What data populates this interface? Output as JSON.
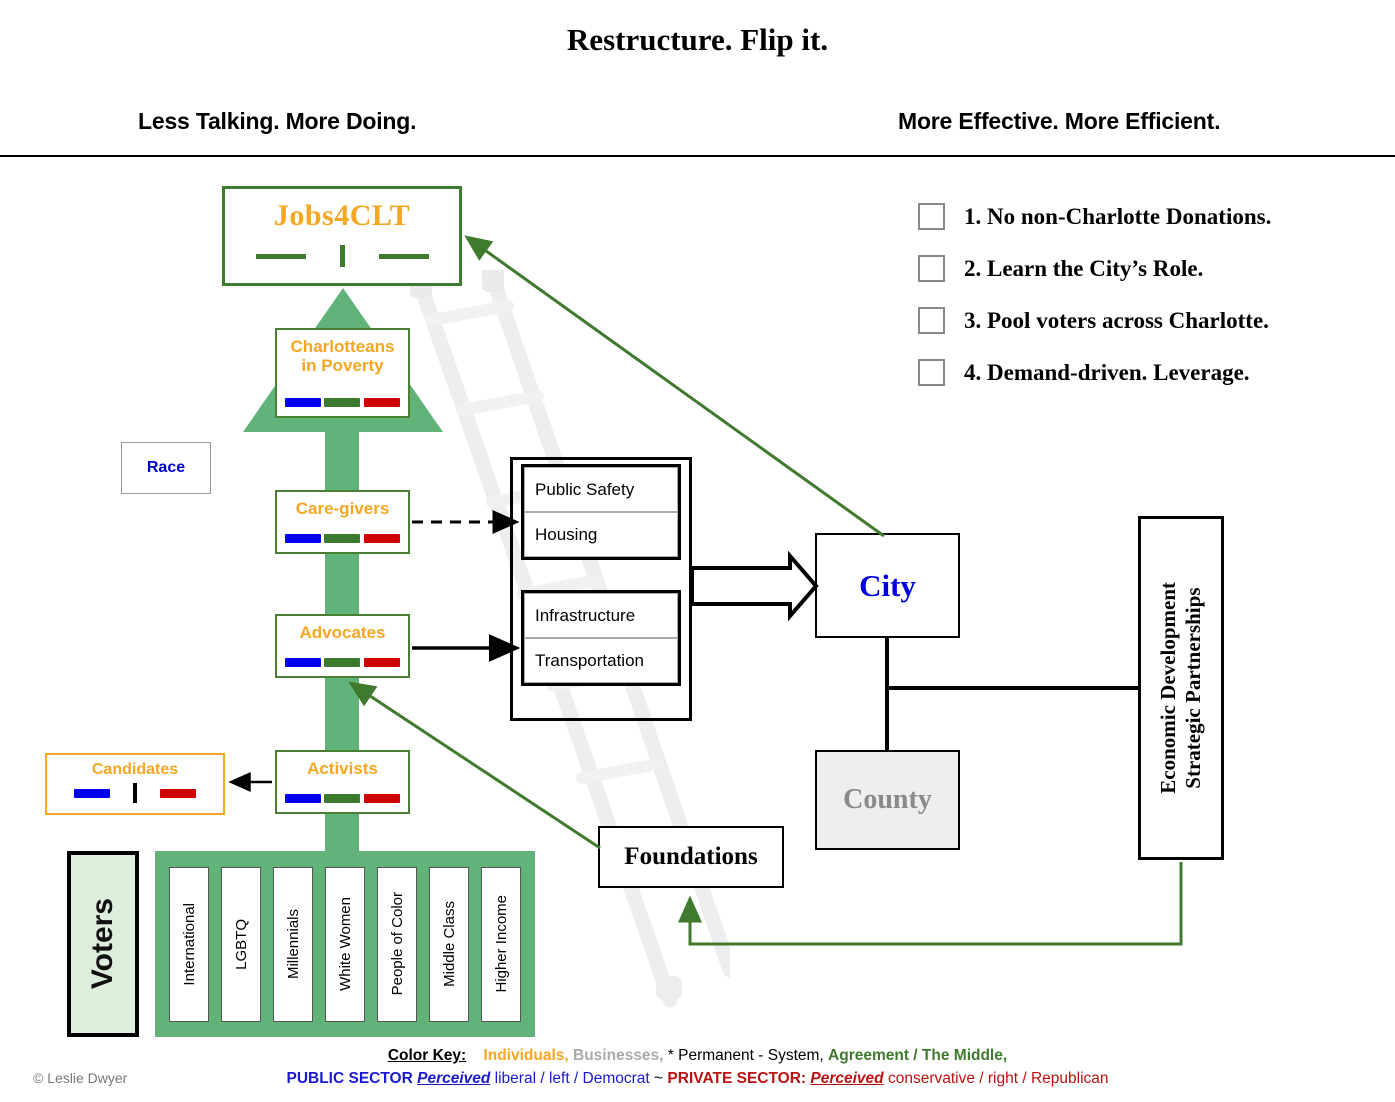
{
  "header": {
    "title": "Restructure. Flip it.",
    "subtitle_left": "Less Talking. More Doing.",
    "subtitle_right": "More Effective. More Efficient."
  },
  "brand": {
    "name": "Jobs4CLT"
  },
  "pyramid": {
    "top_label_line1": "Charlotteans",
    "top_label_line2": "in Poverty",
    "levels": [
      {
        "label": "Care-givers"
      },
      {
        "label": "Advocates"
      },
      {
        "label": "Activists"
      }
    ]
  },
  "race_box": {
    "label": "Race"
  },
  "candidates_box": {
    "label": "Candidates"
  },
  "voters": {
    "label": "Voters",
    "segments": [
      "International",
      "LGBTQ",
      "Millennials",
      "White Women",
      "People of Color",
      "Middle Class",
      "Higher Income"
    ]
  },
  "functions": {
    "group1": [
      "Public Safety",
      "Housing"
    ],
    "group2": [
      "Infrastructure",
      "Transportation"
    ]
  },
  "government": {
    "city": "City",
    "county": "County",
    "partnerships": "Economic Development\nStrategic Partnerships",
    "partnerships_line1": "Economic Development",
    "partnerships_line2": "Strategic Partnerships",
    "foundations": "Foundations"
  },
  "checklist": [
    {
      "num": "1.",
      "text": "1. No non-Charlotte Donations."
    },
    {
      "num": "2.",
      "text": "2. Learn the City’s Role."
    },
    {
      "num": "3.",
      "text": "3. Pool voters across Charlotte."
    },
    {
      "num": "4.",
      "text": "4. Demand-driven. Leverage."
    }
  ],
  "color_key": {
    "label": "Color Key:",
    "individuals": "Individuals,",
    "businesses": "Businesses,",
    "permanent": "* Permanent - System,",
    "agreement": "Agreement / The Middle,",
    "public_sector": "PUBLIC SECTOR",
    "public_perceived": "Perceived",
    "public_rest": "liberal / left / Democrat",
    "tilde": "~",
    "private_sector": "PRIVATE SECTOR:",
    "private_perceived": "Perceived",
    "private_rest": "conservative / right / Republican"
  },
  "copyright": "© Leslie Dwyer",
  "colors": {
    "orange": "#f5a623",
    "green": "#3f7a2f",
    "spine_green": "#62b37a",
    "blue": "#0000ee",
    "red": "#d00000",
    "gray": "#8a8a8a"
  }
}
